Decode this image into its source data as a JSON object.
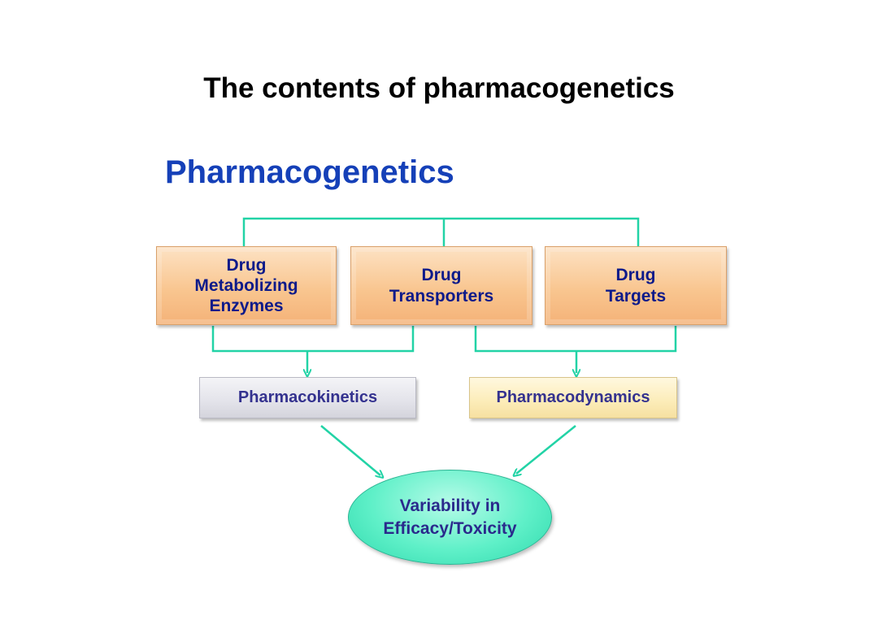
{
  "slide": {
    "title": "The contents of pharmacogenetics"
  },
  "diagram": {
    "heading": "Pharmacogenetics",
    "gene_boxes": [
      {
        "label": "Drug\nMetabolizing\nEnzymes"
      },
      {
        "label": "Drug\nTransporters"
      },
      {
        "label": "Drug\nTargets"
      }
    ],
    "effects": {
      "pharmacokinetics": "Pharmacokinetics",
      "pharmacodynamics": "Pharmacodynamics"
    },
    "outcome": "Variability in\nEfficacy/Toxicity"
  },
  "colors": {
    "connector": "#22d3a6",
    "heading": "#1540b8",
    "box_text": "#0c1a8a"
  }
}
